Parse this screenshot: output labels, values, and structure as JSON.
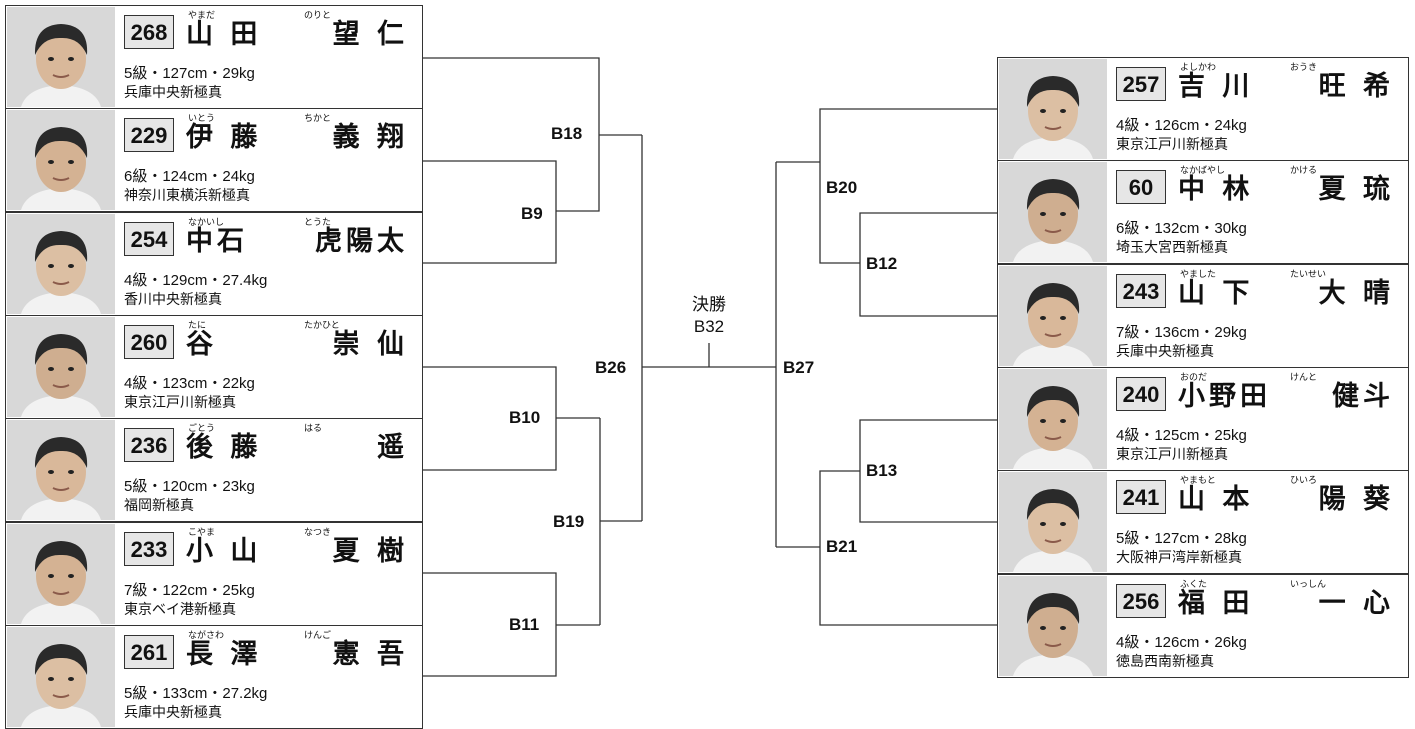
{
  "left": [
    {
      "number": "268",
      "family": "山 田",
      "given": "望 仁",
      "family_ruby": "やまだ",
      "given_ruby": "のりと",
      "stats": "5級・127cm・29kg",
      "dojo": "兵庫中央新極真"
    },
    {
      "number": "229",
      "family": "伊 藤",
      "given": "義 翔",
      "family_ruby": "いとう",
      "given_ruby": "ちかと",
      "stats": "6級・124cm・24kg",
      "dojo": "神奈川東横浜新極真"
    },
    {
      "number": "254",
      "family": "中石",
      "given": "虎陽太",
      "family_ruby": "なかいし",
      "given_ruby": "とうた",
      "stats": "4級・129cm・27.4kg",
      "dojo": "香川中央新極真"
    },
    {
      "number": "260",
      "family": "谷",
      "given": "崇 仙",
      "family_ruby": "たに",
      "given_ruby": "たかひと",
      "stats": "4級・123cm・22kg",
      "dojo": "東京江戸川新極真"
    },
    {
      "number": "236",
      "family": "後 藤",
      "given": "遥",
      "family_ruby": "ごとう",
      "given_ruby": "はる",
      "stats": "5級・120cm・23kg",
      "dojo": "福岡新極真"
    },
    {
      "number": "233",
      "family": "小 山",
      "given": "夏 樹",
      "family_ruby": "こやま",
      "given_ruby": "なつき",
      "stats": "7級・122cm・25kg",
      "dojo": "東京ベイ港新極真"
    },
    {
      "number": "261",
      "family": "長 澤",
      "given": "憲 吾",
      "family_ruby": "ながさわ",
      "given_ruby": "けんご",
      "stats": "5級・133cm・27.2kg",
      "dojo": "兵庫中央新極真"
    }
  ],
  "right": [
    {
      "number": "257",
      "family": "吉 川",
      "given": "旺 希",
      "family_ruby": "よしかわ",
      "given_ruby": "おうき",
      "stats": "4級・126cm・24kg",
      "dojo": "東京江戸川新極真"
    },
    {
      "number": "60",
      "family": "中 林",
      "given": "夏 琉",
      "family_ruby": "なかばやし",
      "given_ruby": "かける",
      "stats": "6級・132cm・30kg",
      "dojo": "埼玉大宮西新極真"
    },
    {
      "number": "243",
      "family": "山 下",
      "given": "大 晴",
      "family_ruby": "やました",
      "given_ruby": "たいせい",
      "stats": "7級・136cm・29kg",
      "dojo": "兵庫中央新極真"
    },
    {
      "number": "240",
      "family": "小野田",
      "given": "健斗",
      "family_ruby": "おのだ",
      "given_ruby": "けんと",
      "stats": "4級・125cm・25kg",
      "dojo": "東京江戸川新極真"
    },
    {
      "number": "241",
      "family": "山 本",
      "given": "陽 葵",
      "family_ruby": "やまもと",
      "given_ruby": "ひいろ",
      "stats": "5級・127cm・28kg",
      "dojo": "大阪神戸湾岸新極真"
    },
    {
      "number": "256",
      "family": "福 田",
      "given": "一 心",
      "family_ruby": "ふくた",
      "given_ruby": "いっしん",
      "stats": "4級・126cm・26kg",
      "dojo": "徳島西南新極真"
    }
  ],
  "matches": {
    "B9": "B9",
    "B10": "B10",
    "B11": "B11",
    "B18": "B18",
    "B19": "B19",
    "B26": "B26",
    "B12": "B12",
    "B13": "B13",
    "B20": "B20",
    "B21": "B21",
    "B27": "B27"
  },
  "final": {
    "title": "決勝",
    "code": "B32"
  },
  "colors": {
    "line": "#333333",
    "number_bg": "#e6e6e6",
    "photo_bg": "#d8d8d8"
  }
}
